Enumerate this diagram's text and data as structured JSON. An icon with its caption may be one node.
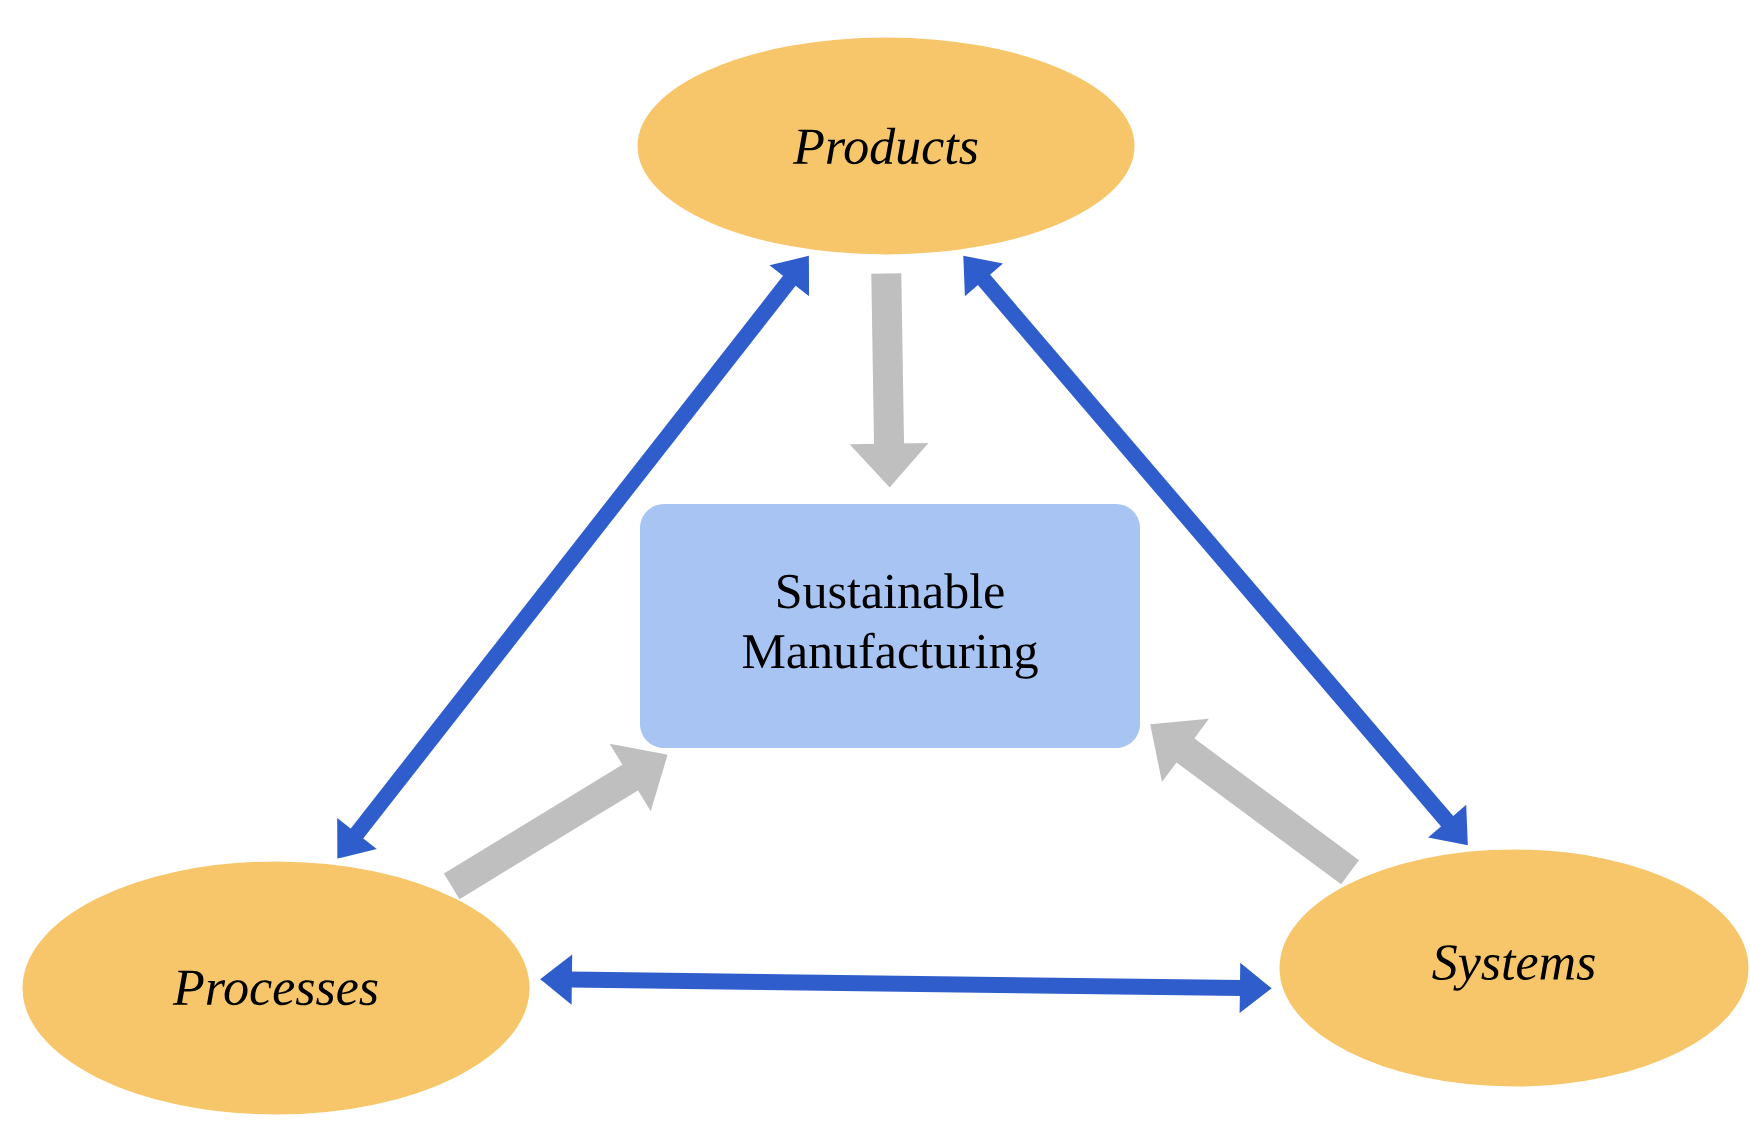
{
  "diagram": {
    "nodes": [
      {
        "text": [
          "Products"
        ]
      },
      {
        "text": [
          "Sustainable Manufacturing"
        ]
      },
      {
        "text": [
          "Processes"
        ]
      },
      {
        "text": [
          "Systems"
        ]
      }
    ],
    "edges": [
      {
        "from": 0,
        "to": 1,
        "arrow": "to",
        "style": "thick",
        "color": "#bfbfbf"
      },
      {
        "from": 2,
        "to": 1,
        "arrow": "to",
        "style": "thick",
        "color": "#bfbfbf"
      },
      {
        "from": 3,
        "to": 1,
        "arrow": "to",
        "style": "thick",
        "color": "#bfbfbf"
      },
      {
        "from": 0,
        "to": 2,
        "arrow": "both",
        "color": "#2f5dcc"
      },
      {
        "from": 0,
        "to": 3,
        "arrow": "both",
        "color": "#2f5dcc"
      },
      {
        "from": 2,
        "to": 3,
        "arrow": "both",
        "color": "#2f5dcc"
      }
    ]
  }
}
